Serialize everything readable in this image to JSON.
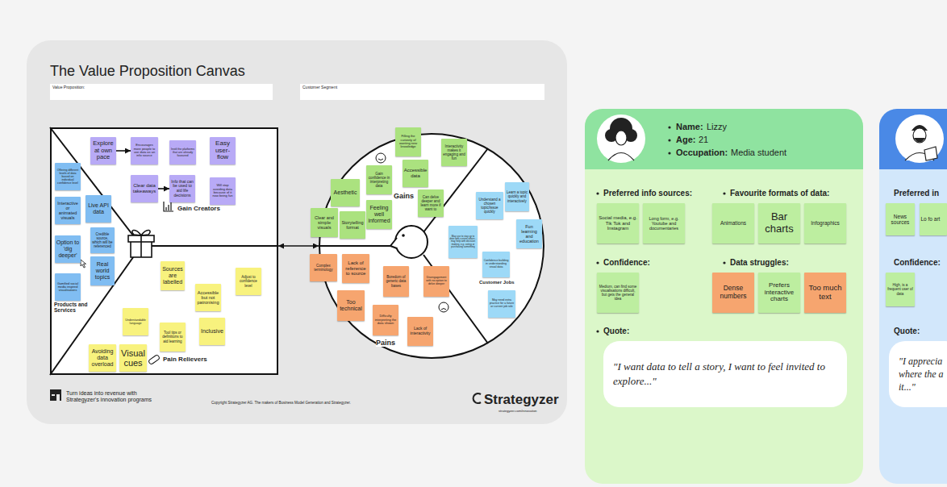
{
  "diagram": {
    "title": "The Value Proposition Canvas",
    "nodes": [
      {
        "text": [
          "Value Proposition:"
        ]
      },
      {
        "text": [
          "Customer Segment"
        ]
      },
      {
        "text": [
          "Gain Creators",
          "Products and Services",
          "Pain Relievers"
        ]
      },
      {
        "text": [
          "Explore at own pace"
        ],
        "in": 2
      },
      {
        "text": [
          "Encourages more people to use data as an info source"
        ],
        "in": 2
      },
      {
        "text": [
          "Instil the platforms that are already favoured"
        ],
        "in": 2
      },
      {
        "text": [
          "Easy user-flow"
        ],
        "in": 2
      },
      {
        "text": [
          "Clear data takeaways"
        ],
        "in": 2
      },
      {
        "text": [
          "Info that can be used to aid life decisions"
        ],
        "in": 2
      },
      {
        "text": [
          "Will stop avoiding data because of it now being fun"
        ],
        "in": 2
      },
      {
        "text": [
          "Offering different levels of data based on individual confidence level"
        ],
        "in": 2
      },
      {
        "text": [
          "Interactive or animated visuals"
        ],
        "in": 2
      },
      {
        "text": [
          "Live API data"
        ],
        "in": 2
      },
      {
        "text": [
          "Credible source, which will be referenced"
        ],
        "in": 2
      },
      {
        "text": [
          "Option to 'dig deeper'"
        ],
        "in": 2
      },
      {
        "text": [
          "Real world topics"
        ],
        "in": 2
      },
      {
        "text": [
          "Gamified social media inspired visualisations"
        ],
        "in": 2
      },
      {
        "text": [
          "Sources are labelled"
        ],
        "in": 2
      },
      {
        "text": [
          "Adjust to confidence level"
        ],
        "in": 2
      },
      {
        "text": [
          "Understandable language"
        ],
        "in": 2
      },
      {
        "text": [
          "Accessible but not patronising"
        ],
        "in": 2
      },
      {
        "text": [
          "Tool tips or definitions to aid learning"
        ],
        "in": 2
      },
      {
        "text": [
          "Inclusive"
        ],
        "in": 2
      },
      {
        "text": [
          "Avoiding data overload"
        ],
        "in": 2
      },
      {
        "text": [
          "Visual cues"
        ],
        "in": 2
      },
      {
        "text": [
          "Gains",
          "Customer Jobs",
          "Pains"
        ]
      },
      {
        "text": [
          "Filling the curiosity of wanting new knowledge"
        ],
        "in": 25
      },
      {
        "text": [
          "Interactivity makes it engaging and fun"
        ],
        "in": 25
      },
      {
        "text": [
          "Gain confidence in interpreting data"
        ],
        "in": 25
      },
      {
        "text": [
          "Accessible data"
        ],
        "in": 25
      },
      {
        "text": [
          "Aesthetic"
        ],
        "in": 25
      },
      {
        "text": [
          "Feeling well informed"
        ],
        "in": 25
      },
      {
        "text": [
          "Can delve deeper and learn more if want to"
        ],
        "in": 25
      },
      {
        "text": [
          "Clear and simple visuals"
        ],
        "in": 25
      },
      {
        "text": [
          "Storytelling format"
        ],
        "in": 25
      },
      {
        "text": [
          "Understand a chosen topic/issue quickly"
        ],
        "in": 25
      },
      {
        "text": [
          "Learn a topic quickly and interactively"
        ],
        "in": 25
      },
      {
        "text": [
          "Fun learning and education"
        ],
        "in": 25
      },
      {
        "text": [
          "May use to stay up to date with current affairs - may help with decision making, e.g. voting or purchasing something"
        ],
        "in": 25
      },
      {
        "text": [
          "Confidence building in understanding visual data"
        ],
        "in": 25
      },
      {
        "text": [
          "May need extra practice for a future or current job role"
        ],
        "in": 25
      },
      {
        "text": [
          "Complex terminology"
        ],
        "in": 25
      },
      {
        "text": [
          "Lack of reference to source"
        ],
        "in": 25
      },
      {
        "text": [
          "Boredom of generic data bases"
        ],
        "in": 25
      },
      {
        "text": [
          "Too technical"
        ],
        "in": 25
      },
      {
        "text": [
          "Disengagement with no option to delve deeper"
        ],
        "in": 25
      },
      {
        "text": [
          "Difficulty interpreting the data shown"
        ],
        "in": 25
      },
      {
        "text": [
          "Lack of interactivity"
        ],
        "in": 25
      },
      {
        "text": [
          "Name:",
          "Lizzy",
          "Age:",
          "21",
          "Occupation:",
          "Media student",
          "Preferred info sources:",
          "Favourite formats of data:",
          "Confidence:",
          "Data struggles:",
          "Quote:"
        ]
      },
      {
        "text": [
          "Social media, e.g. Tik Tok and Instagram"
        ],
        "in": 48
      },
      {
        "text": [
          "Long form, e.g. Youtube and documentaries"
        ],
        "in": 48
      },
      {
        "text": [
          "Animations"
        ],
        "in": 48
      },
      {
        "text": [
          "Bar charts"
        ],
        "in": 48
      },
      {
        "text": [
          "Infographics"
        ],
        "in": 48
      },
      {
        "text": [
          "Medium, can find some visualisations difficult, but gets the general idea"
        ],
        "in": 48
      },
      {
        "text": [
          "Dense numbers"
        ],
        "in": 48
      },
      {
        "text": [
          "Prefers interactive charts"
        ],
        "in": 48
      },
      {
        "text": [
          "Too much text"
        ],
        "in": 48
      },
      {
        "text": [
          "\"I want data to tell a story, I want to feel invited to explore...\""
        ],
        "in": 48
      },
      {
        "text": [
          "Preferred in",
          "Confidence:",
          "Quote:"
        ]
      },
      {
        "text": [
          "News sources"
        ],
        "in": 59
      },
      {
        "text": [
          "Lo fo art"
        ],
        "in": 59
      },
      {
        "text": [
          "High, is a frequent user of data"
        ],
        "in": 59
      },
      {
        "text": [
          "\"I apprecia where the a it...\""
        ],
        "in": 59
      }
    ],
    "edges": [
      {
        "from": 3,
        "to": 4,
        "arrow": "to"
      },
      {
        "from": 7,
        "to": 8,
        "arrow": "to"
      },
      {
        "from": 2,
        "to": 25,
        "arrow": "both"
      }
    ],
    "labels": [
      "Turn ideas into revenue with Strategyzer's innovation programs",
      "Copyright Strategyzer AG. The makers of Business Model Generation and Strategyzer.",
      "Strategyzer",
      "strategyzer.com/innovation"
    ]
  }
}
